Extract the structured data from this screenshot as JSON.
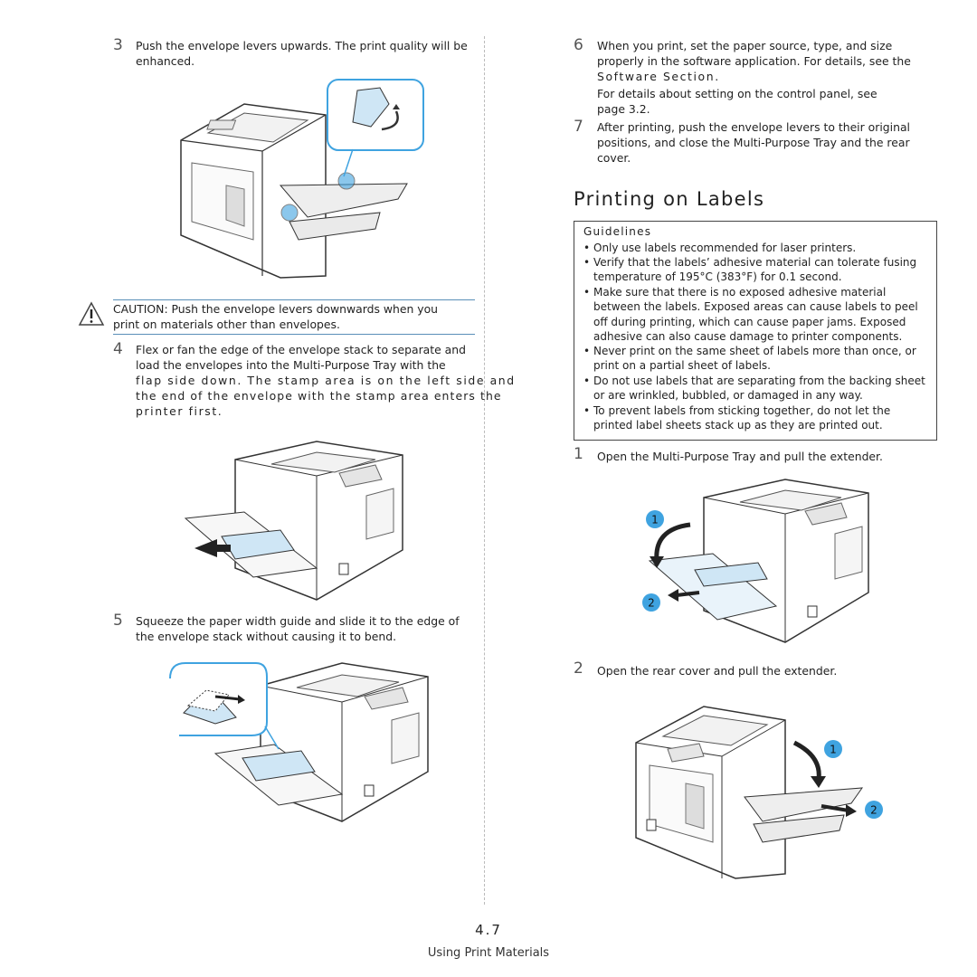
{
  "left": {
    "step3": {
      "num": "3",
      "lines": [
        "Push the envelope levers upwards. The print quality will be",
        "enhanced."
      ]
    },
    "caution": {
      "lines": [
        "CAUTION: Push the envelope levers downwards when you",
        "print on materials other than envelopes."
      ]
    },
    "step4": {
      "num": "4",
      "lines": [
        "Flex or fan the edge of the envelope stack to separate and",
        "load the envelopes into the Multi-Purpose Tray with the",
        "flap side down. The stamp area is on the left side and",
        "the end of the envelope with the stamp area enters the",
        "printer first."
      ]
    },
    "step5": {
      "num": "5",
      "lines": [
        "Squeeze the paper width guide and slide it to the edge of",
        "the envelope stack without causing it to bend."
      ]
    }
  },
  "right": {
    "step6": {
      "num": "6",
      "lines": [
        "When you print, set the paper source, type, and size",
        "properly in the software application. For details, see the",
        "Software Section."
      ],
      "extra": [
        "For details about setting on the control panel, see",
        "page 3.2."
      ]
    },
    "step7": {
      "num": "7",
      "lines": [
        "After printing, push the envelope levers to their original",
        "positions, and close the Multi-Purpose Tray and the rear",
        "cover."
      ]
    },
    "heading": "Printing on Labels",
    "guidelines": {
      "title": "Guidelines",
      "bullets": [
        [
          "Only use labels recommended for laser printers."
        ],
        [
          "Verify that the labels’ adhesive material can tolerate fusing",
          "temperature of 195°C (383°F) for 0.1 second."
        ],
        [
          "Make sure that there is no exposed adhesive material",
          "between the labels. Exposed areas can cause labels to peel",
          "off during printing, which can cause paper jams. Exposed",
          "adhesive can also cause damage to printer components."
        ],
        [
          "Never print on the same sheet of labels more than once, or",
          "print on a partial sheet of labels."
        ],
        [
          "Do not use labels that are separating from the backing sheet",
          "or are wrinkled, bubbled, or damaged in any way."
        ],
        [
          "To prevent labels from sticking together, do not let the",
          "printed label sheets stack up as they are printed out."
        ]
      ]
    },
    "step1": {
      "num": "1",
      "text": "Open the Multi-Purpose Tray and pull the extender."
    },
    "step2": {
      "num": "2",
      "text": "Open the rear cover and pull the extender."
    },
    "callouts": {
      "one": "1",
      "two": "2"
    }
  },
  "footer": {
    "page_number": "4.7",
    "section": "Using Print Materials"
  }
}
